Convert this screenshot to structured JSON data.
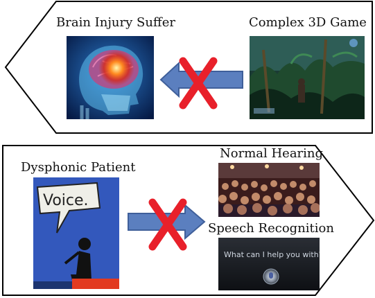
{
  "top_panel": {
    "left_label": "Brain Injury Suffer",
    "right_label": "Complex 3D Game",
    "left_image_icon": "brain-xray-icon",
    "right_image_icon": "jungle-game-scene-icon",
    "arrow_direction": "left",
    "blocked": true
  },
  "bottom_panel": {
    "left_label": "Dysphonic Patient",
    "right_top_label": "Normal Hearing",
    "right_bottom_label": "Speech Recognition",
    "left_image_icon": "voice-speech-bubble-painting-icon",
    "voice_text": "Voice.",
    "right_top_image_icon": "crowd-audience-icon",
    "right_bottom_image_icon": "voice-assistant-screen-icon",
    "assistant_prompt": "What can I help you with?",
    "arrow_direction": "right",
    "blocked": true
  },
  "colors": {
    "arrow_fill": "#5b7fbf",
    "arrow_stroke": "#3f5f9a",
    "cross": "#e8202a",
    "frame": "#000000"
  }
}
